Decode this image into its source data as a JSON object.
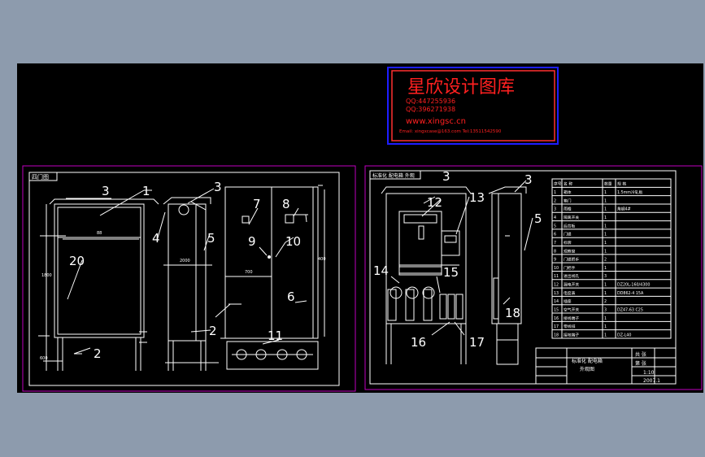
{
  "watermark": {
    "title": "星欣设计图库",
    "qq1": "QQ:447255936",
    "qq2": "QQ:396271938",
    "website": "www.xingsc.cn",
    "email_line": "Email: xingxcase@163.com  Tel:13511542590"
  },
  "sheet1": {
    "label": "四门图",
    "callouts": [
      "1",
      "2",
      "3",
      "4",
      "5",
      "20",
      "2",
      "3",
      "7",
      "8",
      "9",
      "10",
      "6",
      "11"
    ],
    "dims": [
      "88",
      "1800",
      "2000",
      "700",
      "400",
      "600"
    ]
  },
  "sheet2": {
    "label": "标准化 配电箱 外观",
    "callouts": [
      "3",
      "12",
      "13",
      "3",
      "5",
      "14",
      "15",
      "16",
      "17",
      "18"
    ],
    "title_block": {
      "name": "标准化 配电箱",
      "subtitle": "外观图",
      "scale": "1:10",
      "date": "2007.1",
      "sheet_label": "共  张",
      "page_label": "第  张"
    },
    "parts_table": {
      "header": [
        "序号",
        "名  称",
        "数量",
        "规  格"
      ],
      "rows": [
        [
          "1",
          "箱体",
          "1",
          "1.5mm冷轧板"
        ],
        [
          "2",
          "箱门",
          "1",
          ""
        ],
        [
          "3",
          "雨檐",
          "1",
          "角钢4#"
        ],
        [
          "4",
          "隔离开关",
          "1",
          ""
        ],
        [
          "5",
          "后背板",
          "1",
          ""
        ],
        [
          "6",
          "门锁",
          "1",
          ""
        ],
        [
          "7",
          "标牌",
          "1",
          ""
        ],
        [
          "8",
          "观察窗",
          "1",
          ""
        ],
        [
          "9",
          "门锁把手",
          "2",
          ""
        ],
        [
          "10",
          "门把手",
          "1",
          ""
        ],
        [
          "11",
          "进出线孔",
          "3",
          ""
        ],
        [
          "12",
          "漏电开关",
          "1",
          "DZ20L-160/4300"
        ],
        [
          "13",
          "电度表",
          "1",
          "DD862-4 15A"
        ],
        [
          "14",
          "插座",
          "2",
          ""
        ],
        [
          "15",
          "空气开关",
          "3",
          "DZ47-63 C25"
        ],
        [
          "16",
          "接线端子",
          "1",
          ""
        ],
        [
          "17",
          "零线排",
          "1",
          ""
        ],
        [
          "18",
          "接地端子",
          "1",
          "DZ-L40"
        ]
      ]
    }
  }
}
